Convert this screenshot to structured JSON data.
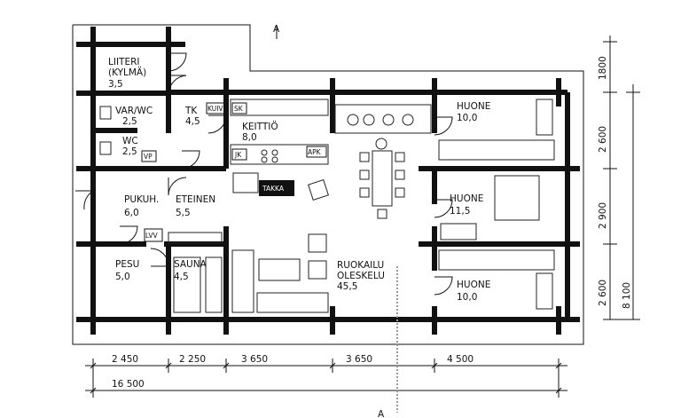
{
  "north_marker": "A",
  "rooms": [
    {
      "id": "liiteri",
      "name": "LIITERI",
      "name2": "(KYLMÄ)",
      "area": "3,5"
    },
    {
      "id": "var_wc",
      "name": "VAR/WC",
      "area": "2,5"
    },
    {
      "id": "tk",
      "name": "TK",
      "area": "4,5"
    },
    {
      "id": "wc",
      "name": "WC",
      "area": "2,5"
    },
    {
      "id": "keittio",
      "name": "KEITTIÖ",
      "area": "8,0"
    },
    {
      "id": "huone1",
      "name": "HUONE",
      "area": "10,0"
    },
    {
      "id": "pukuh",
      "name": "PUKUH.",
      "area": "6,0"
    },
    {
      "id": "eteinen",
      "name": "ETEINEN",
      "area": "5,5"
    },
    {
      "id": "huone2",
      "name": "HUONE",
      "area": "11,5"
    },
    {
      "id": "pesu",
      "name": "PESU",
      "area": "5,0"
    },
    {
      "id": "sauna",
      "name": "SAUNA",
      "area": "4,5"
    },
    {
      "id": "ruokailu",
      "name": "RUOKAILU",
      "name2": "OLESKELU",
      "area": "45,5"
    },
    {
      "id": "huone3",
      "name": "HUONE",
      "area": "10,0"
    }
  ],
  "fixtures": {
    "kuiv": "KUIV",
    "sk": "SK",
    "jk": "JK",
    "apk": "APK",
    "vp": "VP",
    "lvv": "LVV",
    "takka": "TAKKA"
  },
  "dimensions_bottom": [
    "2 450",
    "2 250",
    "3 650",
    "3 650",
    "4 500"
  ],
  "dimension_total_bottom": "16 500",
  "dimensions_right": [
    "1800",
    "2 600",
    "2 900",
    "2 600"
  ],
  "dimension_total_right": "8 100"
}
